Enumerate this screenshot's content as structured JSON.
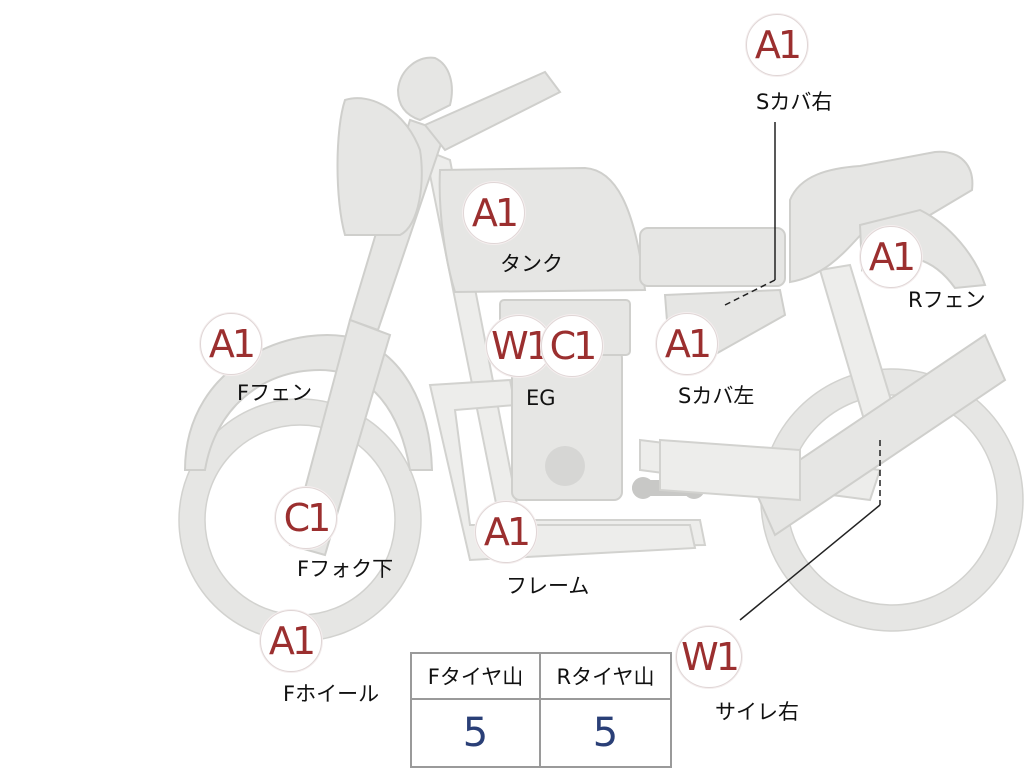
{
  "parts": [
    {
      "id": "s-cover-right",
      "grade": "A1",
      "label": "Sカバ右"
    },
    {
      "id": "tank",
      "grade": "A1",
      "label": "タンク"
    },
    {
      "id": "r-fender",
      "grade": "A1",
      "label": "Rフェン"
    },
    {
      "id": "f-fender",
      "grade": "A1",
      "label": "Fフェン"
    },
    {
      "id": "engine",
      "grades": [
        "W1",
        "C1"
      ],
      "label": "EG"
    },
    {
      "id": "s-cover-left",
      "grade": "A1",
      "label": "Sカバ左"
    },
    {
      "id": "f-fork-lower",
      "grade": "C1",
      "label": "Fフォク下"
    },
    {
      "id": "frame",
      "grade": "A1",
      "label": "フレーム"
    },
    {
      "id": "f-wheel",
      "grade": "A1",
      "label": "Fホイール"
    },
    {
      "id": "muffler-right",
      "grade": "W1",
      "label": "サイレ右"
    }
  ],
  "tire_tread": {
    "front_header": "Fタイヤ山",
    "rear_header": "Rタイヤ山",
    "front_value": "5",
    "rear_value": "5"
  }
}
